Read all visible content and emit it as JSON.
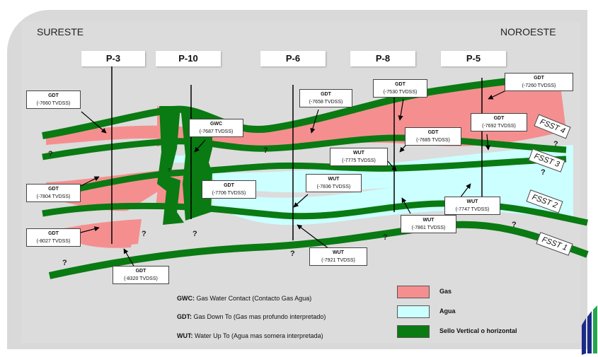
{
  "directions": {
    "left": "SURESTE",
    "right": "NOROESTE"
  },
  "wells": [
    "P-3",
    "P-10",
    "P-6",
    "P-8",
    "P-5"
  ],
  "zones": [
    "FSST 4",
    "FSST 3",
    "FSST 2",
    "FSST 1"
  ],
  "labels": {
    "gdt_7660": {
      "t": "GDT",
      "v": "(-7660 TVDSS)"
    },
    "gdt_7804": {
      "t": "GDT",
      "v": "(-7804 TVDSS)"
    },
    "gdt_8027": {
      "t": "GDT",
      "v": "(-8027 TVDSS)"
    },
    "gdt_8320": {
      "t": "GDT",
      "v": "(-8320 TVDSS)"
    },
    "gwc_7687": {
      "t": "GWC",
      "v": "(-7687 TVDSS)"
    },
    "gdt_7706": {
      "t": "GDT",
      "v": "(-7706 TVDSS)"
    },
    "gdt_7658": {
      "t": "GDT",
      "v": "(-7658 TVDSS)"
    },
    "gdt_7530": {
      "t": "GDT",
      "v": "(-7530 TVDSS)"
    },
    "gdt_7260": {
      "t": "GDT",
      "v": "(-7260 TVDSS)"
    },
    "gdt_7685": {
      "t": "GDT",
      "v": "(-7685 TVDSS)"
    },
    "gdt_7692": {
      "t": "GDT",
      "v": "(-7692 TVDSS)"
    },
    "wut_7775": {
      "t": "WUT",
      "v": "(-7775 TVDSS)"
    },
    "wut_7836": {
      "t": "WUT",
      "v": "(-7836 TVDSS)"
    },
    "wut_7861": {
      "t": "WUT",
      "v": "(-7861 TVDSS)"
    },
    "wut_7747": {
      "t": "WUT",
      "v": "(-7747 TVDSS)"
    },
    "wut_7921": {
      "t": "WUT",
      "v": "(-7921 TVDSS)"
    }
  },
  "unknown_mark": "?",
  "definitions": [
    {
      "abbr": "GWC:",
      "text": " Gas Water Contact (Contacto Gas Agua)"
    },
    {
      "abbr": "GDT:",
      "text": " Gas Down To (Gas mas profundo interpretado)"
    },
    {
      "abbr": "WUT:",
      "text": " Water Up To (Agua mas somera interpretada)"
    }
  ],
  "legend": [
    {
      "label": "Gas",
      "color": "#f58f8f"
    },
    {
      "label": "Agua",
      "color": "#ccffff"
    },
    {
      "label": "Sello Vertical o horizontal",
      "color": "#0a7a12"
    }
  ],
  "colors": {
    "gas": "#f58f8f",
    "agua": "#ccffff",
    "seal": "#0a7a12",
    "background": "#dcdcdc"
  }
}
